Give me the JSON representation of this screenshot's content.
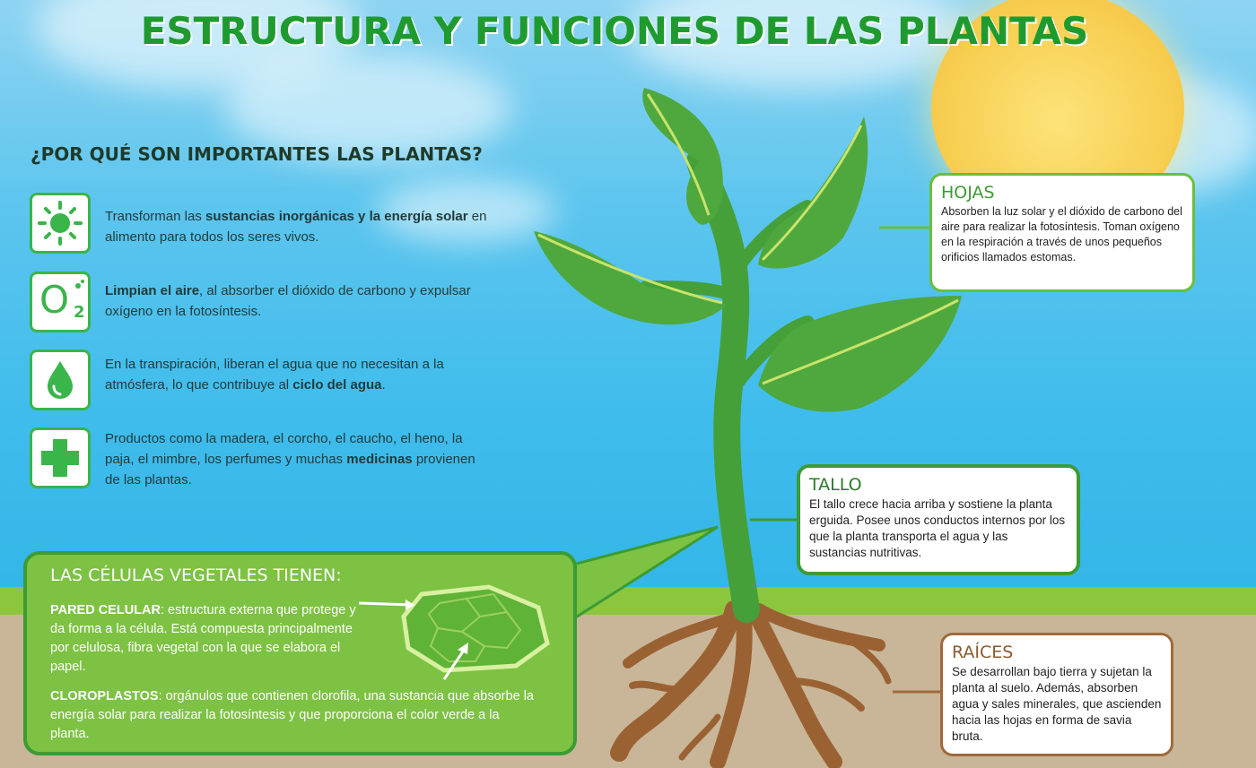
{
  "title": "ESTRUCTURA Y FUNCIONES DE LAS PLANTAS",
  "subtitle": "¿POR QUÉ SON IMPORTANTES LAS PLANTAS?",
  "reasons": [
    {
      "icon": "sun-icon",
      "before": "Transforman las ",
      "bold": "sustancias inorgánicas y la energía solar",
      "after": " en alimento para todos los seres vivos."
    },
    {
      "icon": "oxygen-icon",
      "icon_text": "O",
      "icon_sub": "2",
      "before": "",
      "bold": "Limpian el aire",
      "after": ", al absorber el dióxido de carbono y expulsar oxígeno en la fotosíntesis."
    },
    {
      "icon": "water-drop-icon",
      "before": "En la transpiración, liberan el agua que no necesitan a la atmósfera, lo que contribuye al ",
      "bold": "ciclo del agua",
      "after": "."
    },
    {
      "icon": "medical-cross-icon",
      "before": "Productos como la madera, el corcho, el caucho, el heno, la paja, el mimbre, los perfumes y muchas ",
      "bold": "medicinas",
      "after": " provienen de las plantas."
    }
  ],
  "hojas": {
    "title": "HOJAS",
    "text": "Absorben la luz solar y el dióxido de carbono del aire para realizar la fotosíntesis. Toman oxígeno en la respiración a través de unos pequeños orificios llamados estomas."
  },
  "tallo": {
    "title": "TALLO",
    "text": "El tallo crece hacia arriba y sostiene la planta erguida. Posee unos conductos internos por los que la planta transporta el agua y las sustancias nutritivas."
  },
  "raices": {
    "title": "RAÍCES",
    "text": "Se desarrollan bajo tierra y sujetan la planta al suelo. Además, absorben agua y sales minerales, que ascienden hacia las hojas en forma de savia bruta."
  },
  "cells": {
    "title": "LAS CÉLULAS VEGETALES TIENEN:",
    "pared_label": "PARED CELULAR",
    "pared_text": ": estructura externa que protege y da forma a la célula. Está compuesta principalmente por celulosa, fibra vegetal con la que se elabora el papel.",
    "cloro_label": "CLOROPLASTOS",
    "cloro_text": ": orgánulos que contienen clorofila, una sustancia que absorbe la energía solar para realizar la fotosíntesis y que proporciona el color verde a la planta."
  },
  "colors": {
    "title_green": "#1f9a2f",
    "icon_green": "#39b54a",
    "leaf_green": "#4fa83d",
    "stem_green": "#45a03a",
    "root_brown": "#9a6233",
    "box_green": "#7dc243",
    "sun_yellow": "#f7cf52",
    "sky_blue": "#3fbcec"
  }
}
